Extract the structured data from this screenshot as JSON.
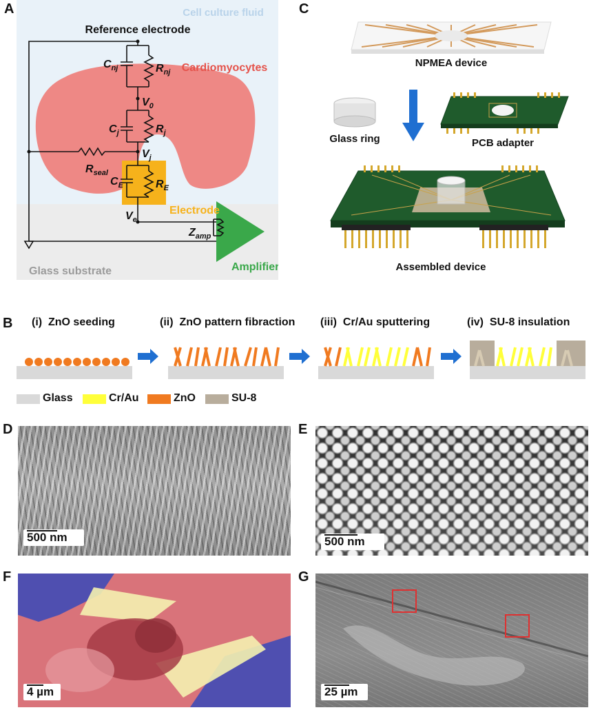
{
  "panels": {
    "A": {
      "letter": "A",
      "cell_fluid": "Cell culture fluid",
      "reference_electrode": "Reference electrode",
      "cardiomyocytes": "Cardiomyocytes",
      "electrode": "Electrode",
      "glass_substrate": "Glass substrate",
      "amplifier": "Amplifier",
      "symbols": {
        "Cnj": "C",
        "Cnj_sub": "nj",
        "Rnj": "R",
        "Rnj_sub": "nj",
        "V0": "V",
        "V0_sub": "0",
        "Cj": "C",
        "Cj_sub": "j",
        "Rj": "R",
        "Rj_sub": "j",
        "Vj": "V",
        "Vj_sub": "j",
        "Rseal": "R",
        "Rseal_sub": "seal",
        "CE": "C",
        "CE_sub": "E",
        "RE": "R",
        "RE_sub": "E",
        "Ve": "V",
        "Ve_sub": "e",
        "Zamp": "Z",
        "Zamp_sub": "amp"
      },
      "colors": {
        "fluid": "#e9f2f9",
        "substrate": "#ececec",
        "cell": "#ee7f7b",
        "electrode": "#f6b21b",
        "amplifier": "#3aa84a"
      }
    },
    "B": {
      "letter": "B",
      "steps": [
        "(i)  ZnO seeding",
        "(ii)  ZnO pattern fibraction",
        "(iii)  Cr/Au sputtering",
        "(iv)  SU-8 insulation"
      ],
      "legend": [
        {
          "label": "Glass",
          "color": "#d9d9d9"
        },
        {
          "label": "Cr/Au",
          "color": "#ffff3a"
        },
        {
          "label": "ZnO",
          "color": "#f07a20"
        },
        {
          "label": "SU-8",
          "color": "#b8ad9c"
        }
      ]
    },
    "C": {
      "letter": "C",
      "npmea": "NPMEA device",
      "glass_ring": "Glass ring",
      "pcb_adapter": "PCB adapter",
      "assembled": "Assembled device"
    },
    "D": {
      "letter": "D",
      "scale": "500 nm"
    },
    "E": {
      "letter": "E",
      "scale": "500 nm"
    },
    "F": {
      "letter": "F",
      "scale": "4 µm"
    },
    "G": {
      "letter": "G",
      "scale": "25 µm"
    }
  }
}
